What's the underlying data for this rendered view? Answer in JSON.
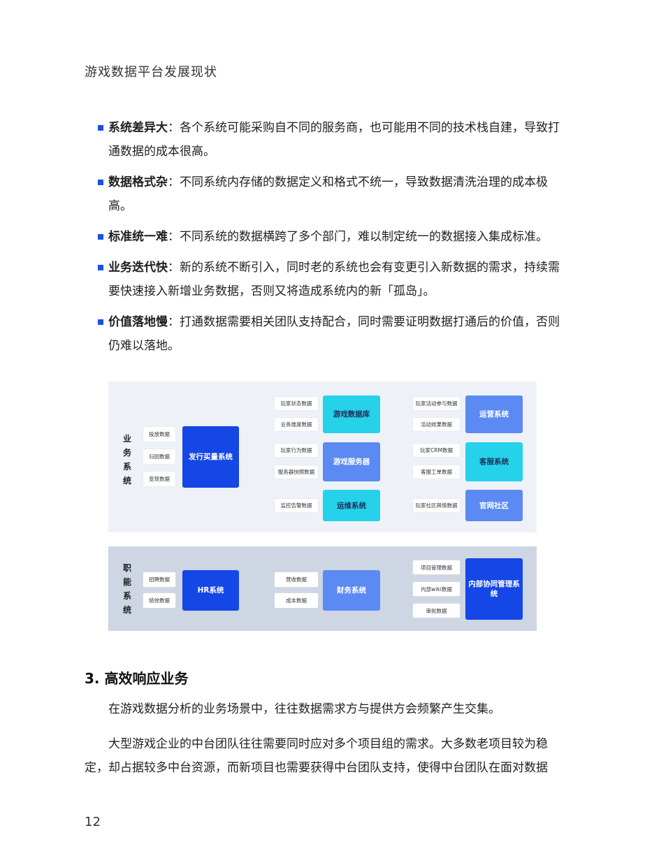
{
  "header": {
    "title": "游戏数据平台发展现状"
  },
  "bullets": [
    {
      "term": "系统差异大",
      "sep": "：",
      "text": "各个系统可能采购自不同的服务商，也可能用不同的技术栈自建，导致打通数据的成本很高。"
    },
    {
      "term": "数据格式杂",
      "sep": "：",
      "text": "不同系统内存储的数据定义和格式不统一，导致数据清洗治理的成本极高。"
    },
    {
      "term": "标准统一难",
      "sep": "：",
      "text": "不同系统的数据横跨了多个部门，难以制定统一的数据接入集成标准。"
    },
    {
      "term": "业务迭代快",
      "sep": "：",
      "text": "新的系统不断引入，同时老的系统也会有变更引入新数据的需求，持续需要快速接入新增业务数据，否则又将造成系统内的新「孤岛」。"
    },
    {
      "term": "价值落地慢",
      "sep": "：",
      "text": "打通数据需要相关团队支持配合，同时需要证明数据打通后的价值，否则仍难以落地。"
    }
  ],
  "diagram": {
    "business": {
      "label": [
        "业",
        "务",
        "系",
        "统"
      ],
      "publish_chips": [
        "投放数据",
        "归因数据",
        "变现数据"
      ],
      "publish_system": "发行买量系统",
      "db_chips": [
        "玩家状态数据",
        "业务维度数据"
      ],
      "db_system": "游戏数据库",
      "server_chips": [
        "玩家行为数据",
        "服务器快照数据"
      ],
      "server_system": "游戏服务器",
      "ops_chips": [
        "监控告警数据"
      ],
      "ops_system": "运维系统",
      "operation_chips": [
        "玩家活动参与数据",
        "活动效果数据"
      ],
      "operation_system": "运营系统",
      "cs_chips": [
        "玩家CRM数据",
        "客服工单数据"
      ],
      "cs_system": "客服系统",
      "community_chips": [
        "玩家社区舆情数据"
      ],
      "community_system": "官网社区"
    },
    "functional": {
      "label": [
        "职",
        "能",
        "系",
        "统"
      ],
      "hr_chips": [
        "招聘数据",
        "绩效数据"
      ],
      "hr_system": "HR系统",
      "finance_chips": [
        "营收数据",
        "成本数据"
      ],
      "finance_system": "财务系统",
      "collab_chips": [
        "项目管理数据",
        "内部wiki数据",
        "审批数据"
      ],
      "collab_system": "内部协同管理系统"
    }
  },
  "section": {
    "title": "3. 高效响应业务",
    "para1": "在游戏数据分析的业务场景中，往往数据需求方与提供方会频繁产生交集。",
    "para2_line1": "大型游戏企业的中台团队往往需要同时应对多个项目组的需求。大多数老项目较为稳",
    "para2_line2": "定，却占据较多中台资源，而新项目也需要获得中台团队支持，使得中台团队在面对数据"
  },
  "page_number": "12"
}
